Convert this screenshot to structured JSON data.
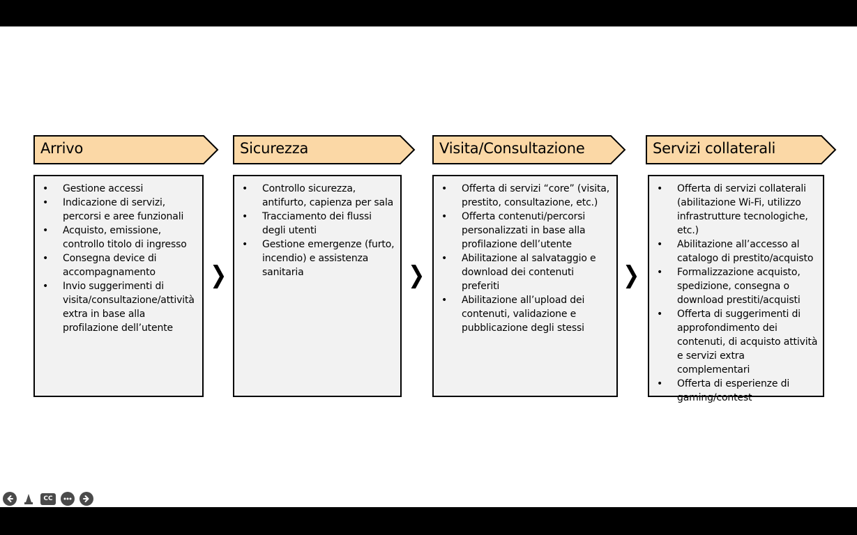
{
  "stages": [
    {
      "title": "Arrivo",
      "items": [
        "Gestione accessi",
        "Indicazione di servizi, percorsi e aree funzionali",
        "Acquisto, emissione, controllo titolo di ingresso",
        "Consegna device di accompagnamento",
        "Invio suggerimenti di visita/consultazione/attività extra in base alla profilazione dell’utente"
      ]
    },
    {
      "title": "Sicurezza",
      "items": [
        "Controllo sicurezza, antifurto, capienza per sala",
        "Tracciamento dei flussi degli utenti",
        "Gestione emergenze (furto, incendio) e assistenza sanitaria"
      ]
    },
    {
      "title": "Visita/Consultazione",
      "items": [
        "Offerta di servizi “core” (visita, prestito, consultazione, etc.)",
        "Offerta contenuti/percorsi personalizzati in base alla profilazione dell’utente",
        "Abilitazione al salvataggio e download dei contenuti preferiti",
        "Abilitazione all’upload dei contenuti, validazione e pubblicazione degli stessi"
      ]
    },
    {
      "title": "Servizi collaterali",
      "items": [
        "Offerta di servizi collaterali (abilitazione Wi-Fi, utilizzo infrastrutture tecnologiche, etc.)",
        "Abilitazione all’accesso al catalogo di prestito/acquisto",
        "Formalizzazione acquisto, spedizione, consegna o download prestiti/acquisti",
        "Offerta di suggerimenti di approfondimento dei contenuti, di acquisto attività e servizi extra complementari",
        "Offerta di esperienze di gaming/contest"
      ]
    }
  ],
  "arrow_glyph": "❯",
  "colors": {
    "header_fill": "#fbd8a6",
    "box_fill": "#f2f2f2",
    "border": "#000000"
  },
  "controls": [
    "arrow-left-icon",
    "pointer-icon",
    "captions-icon",
    "more-icon",
    "arrow-right-icon"
  ],
  "controls_label_cc": "CC"
}
